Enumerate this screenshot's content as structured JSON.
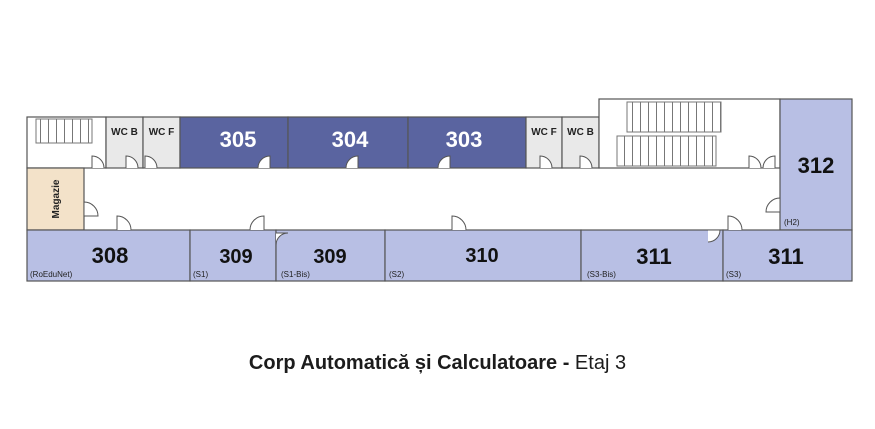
{
  "colors": {
    "room_light": "#b8bfe4",
    "room_dark": "#5a64a0",
    "wc": "#e9e9e9",
    "storage": "#f3e2c9",
    "corridor": "#ffffff",
    "wall": "#555555"
  },
  "rooms_top": {
    "r305": "305",
    "r304": "304",
    "r303": "303",
    "wc_b_left": "WC B",
    "wc_f_left": "WC F",
    "wc_f_right": "WC F",
    "wc_b_right": "WC B",
    "r312": "312",
    "r312_sub": "(H2)",
    "storage": "Magazie"
  },
  "rooms_bottom": {
    "r308": "308",
    "r308_sub": "(RoEduNet)",
    "r309a": "309",
    "r309a_sub": "(S1)",
    "r309b": "309",
    "r309b_sub": "(S1-Bis)",
    "r310": "310",
    "r310_sub": "(S2)",
    "r311a": "311",
    "r311a_sub": "(S3-Bis)",
    "r311b": "311",
    "r311b_sub": "(S3)"
  },
  "caption": {
    "title_bold": "Corp Automatică și Calculatoare -",
    "title_rest": " Etaj 3"
  }
}
